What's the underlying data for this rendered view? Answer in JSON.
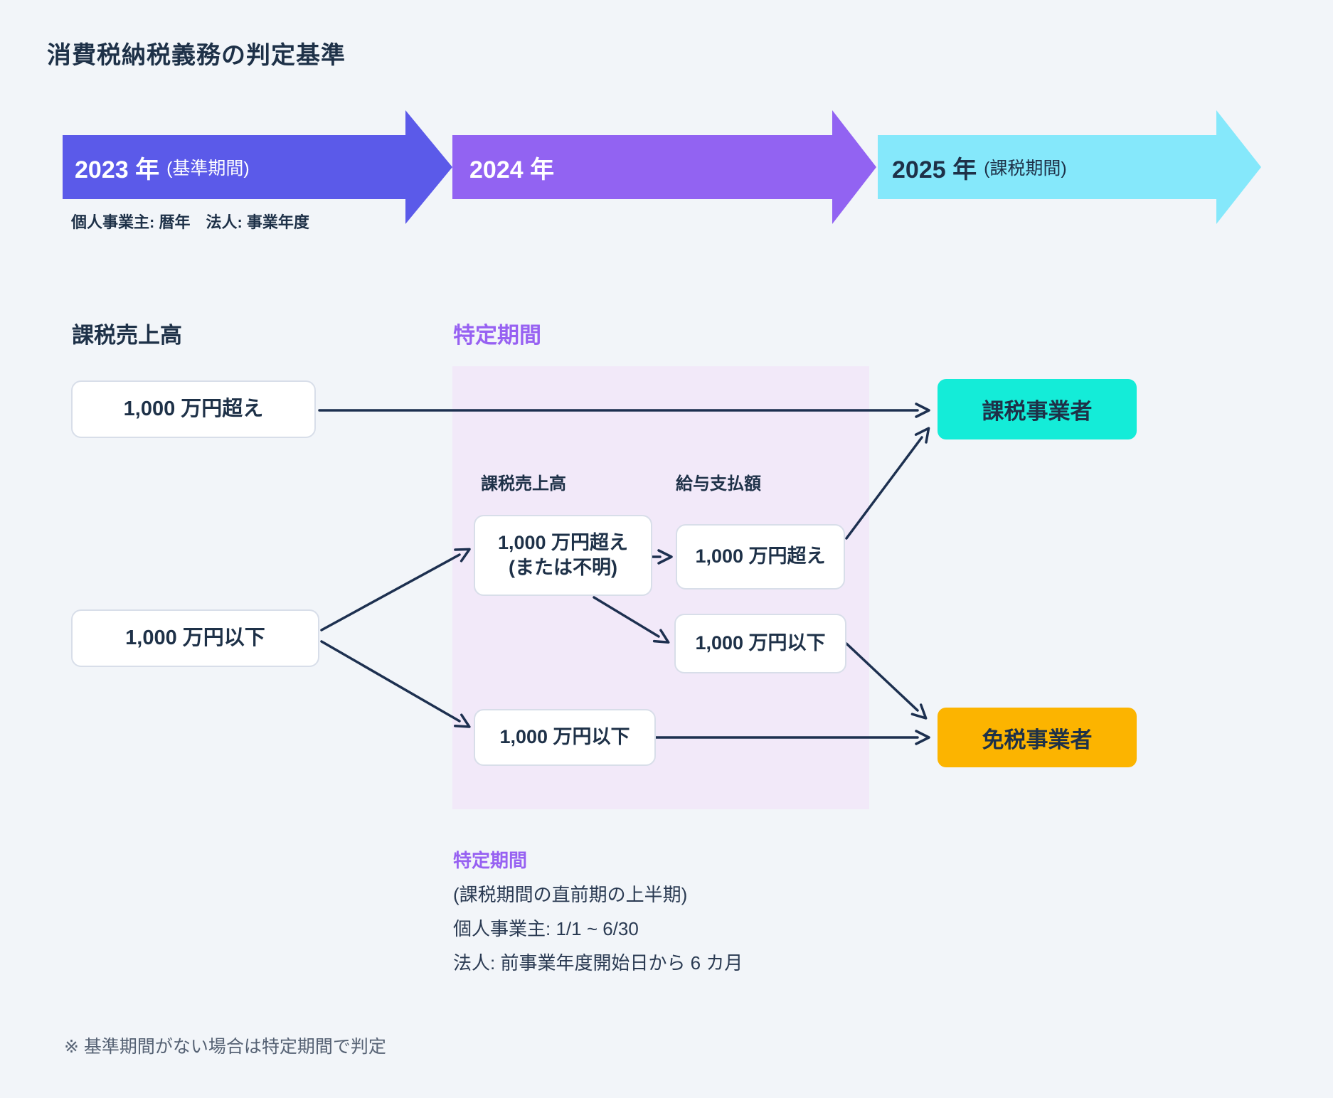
{
  "title": "消費税納税義務の判定基準",
  "timeline": {
    "arrows": [
      {
        "year": "2023 年",
        "suffix": "(基準期間)",
        "color": "#5b5ae9",
        "text_color": "#ffffff"
      },
      {
        "year": "2024 年",
        "suffix": "",
        "color": "#9263f2",
        "text_color": "#ffffff"
      },
      {
        "year": "2025 年",
        "suffix": "(課税期間)",
        "color": "#85e8fb",
        "text_color": "#1e3148"
      }
    ],
    "note": "個人事業主: 暦年　法人: 事業年度"
  },
  "headings": {
    "left": "課税売上高",
    "panel": "特定期間"
  },
  "flow": {
    "box_over_left": "1,000 万円超え",
    "box_under_left": "1,000 万円以下",
    "panel_label_sales": "課税売上高",
    "panel_label_salary": "給与支払額",
    "box_over_or_unknown_line1": "1,000 万円超え",
    "box_over_or_unknown_line2": "(または不明)",
    "box_salary_over": "1,000 万円超え",
    "box_salary_under": "1,000 万円以下",
    "box_under_panel": "1,000 万円以下",
    "result_taxable": "課税事業者",
    "result_exempt": "免税事業者"
  },
  "legend": {
    "heading": "特定期間",
    "lines": [
      "(課税期間の直前期の上半期)",
      "個人事業主: 1/1 ~ 6/30",
      "法人: 前事業年度開始日から 6 カ月"
    ]
  },
  "footnote": "※ 基準期間がない場合は特定期間で判定",
  "colors": {
    "background": "#f2f5f9",
    "text_dark": "#1e3148",
    "arrow_2023": "#5b5ae9",
    "arrow_2024": "#9263f2",
    "arrow_2025": "#85e8fb",
    "panel_background": "#f2e9f9",
    "accent_purple": "#9761f2",
    "box_border": "#d8dee9",
    "result_taxable": "#14ecd8",
    "result_exempt": "#fcb400",
    "connector": "#1d3050",
    "footnote_text": "#566274"
  }
}
